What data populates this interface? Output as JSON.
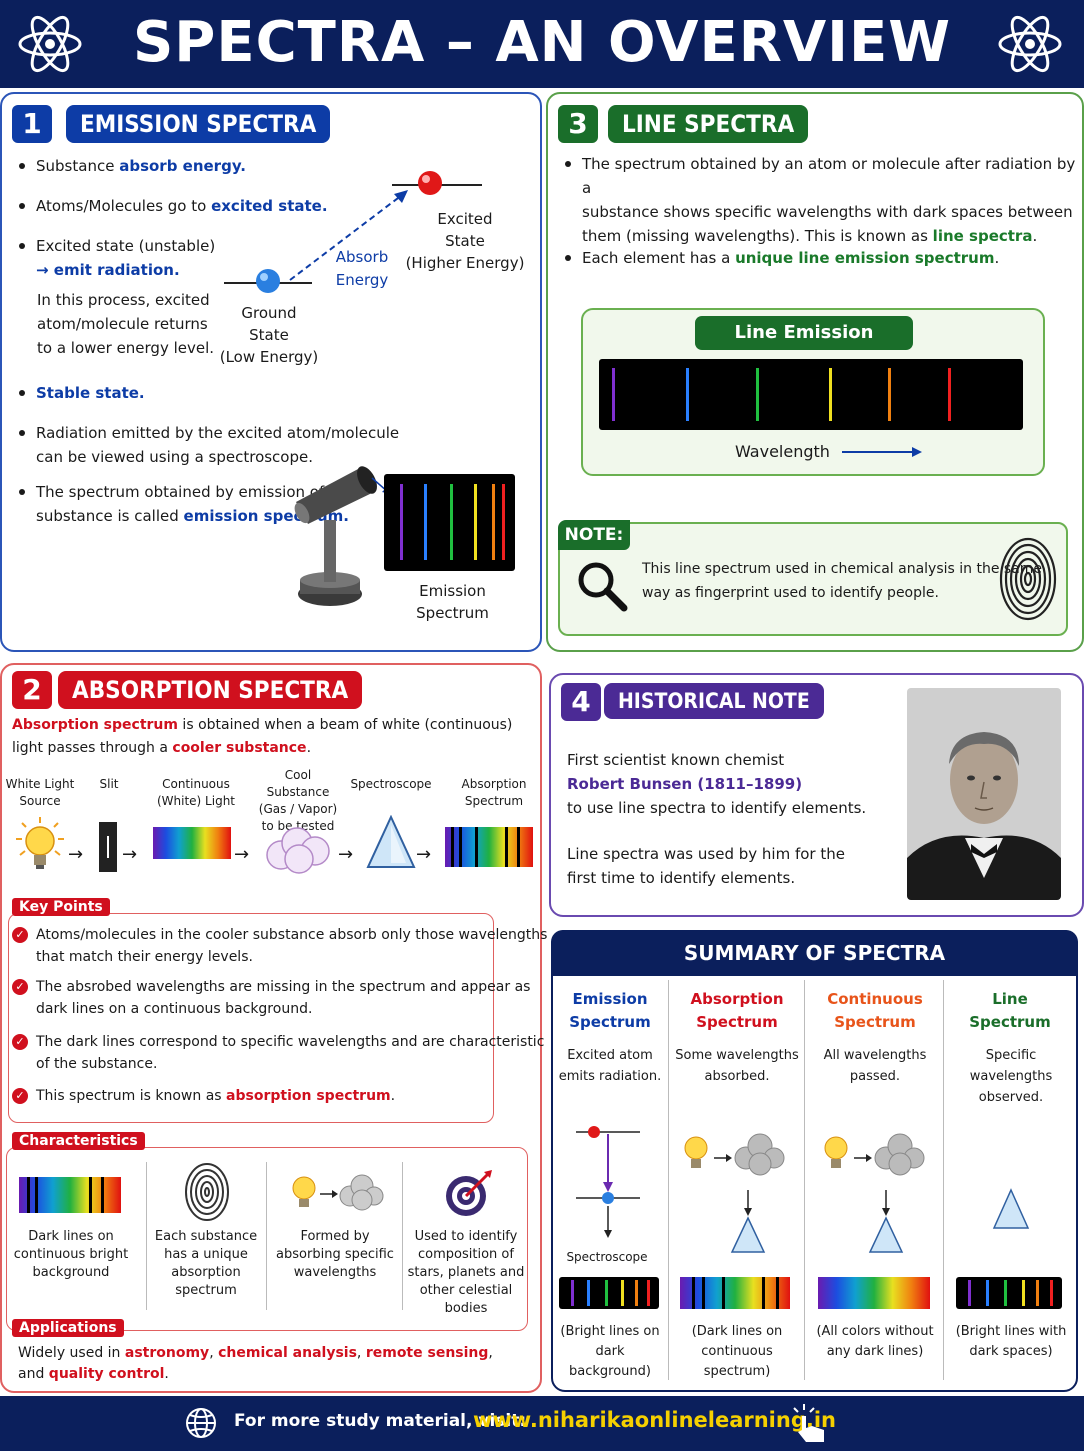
{
  "header": {
    "title": "SPECTRA – AN OVERVIEW"
  },
  "emission": {
    "num": "1",
    "title": "EMISSION SPECTRA",
    "b1a": "Substance ",
    "b1b": "absorb energy.",
    "b2a": "Atoms/Molecules go to ",
    "b2b": "excited state.",
    "b3a": "Excited state (unstable)",
    "b3b": "→ emit radiation.",
    "p1": "In this process, excited",
    "p2": "atom/molecule returns",
    "p3": "to a lower energy level.",
    "b4": "Stable state.",
    "b5a": "Radiation emitted by the excited atom/molecule",
    "b5b": "can be viewed using a spectroscope.",
    "b6a": "The spectrum obtained by emission of",
    "b6b": "substance is called ",
    "b6c": "emission spectrum.",
    "ground1": "Ground",
    "ground2": "State",
    "ground3": "(Low Energy)",
    "abs1": "Absorb",
    "abs2": "Energy",
    "exc1": "Excited",
    "exc2": "State",
    "exc3": "(Higher Energy)",
    "spec1": "Emission",
    "spec2": "Spectrum"
  },
  "line_spectra": {
    "num": "3",
    "title": "LINE SPECTRA",
    "b1a": "The spectrum obtained by an atom or molecule after radiation by a",
    "b1b": "substance shows specific wavelengths with dark spaces between",
    "b1c": "them (missing wavelengths). This is known as ",
    "b1d": "line spectra",
    "b2a": "Each element has a ",
    "b2b": "unique line emission spectrum",
    "box_title": "Line Emission Spectrum",
    "wavelength": "Wavelength",
    "note_label": "NOTE:",
    "note1": "This line spectrum used in chemical analysis in the same",
    "note2": "way as fingerprint used to identify people."
  },
  "absorption": {
    "num": "2",
    "title": "ABSORPTION SPECTRA",
    "i1a": "Absorption spectrum",
    "i1b": " is obtained when a beam of white (continuous)",
    "i2a": "light passes through a ",
    "i2b": "cooler substance",
    "f1a": "White Light",
    "f1b": "Source",
    "f2": "Slit",
    "f3a": "Continuous",
    "f3b": "(White) Light",
    "f4a": "Cool Substance",
    "f4b": "(Gas / Vapor)",
    "f4c": "to be tested",
    "f5": "Spectroscope",
    "f6a": "Absorption",
    "f6b": "Spectrum",
    "kp_label": "Key Points",
    "k1a": "Atoms/molecules in the cooler substance absorb only those wavelengths",
    "k1b": "that match their energy levels.",
    "k2a": "The absrobed wavelengths are missing in the spectrum and appear as",
    "k2b": "dark lines on a continuous background.",
    "k3a": "The dark lines correspond to specific wavelengths and are characteristic",
    "k3b": "of the substance.",
    "k4a": "This spectrum is known as ",
    "k4b": "absorption spectrum",
    "ch_label": "Characteristics",
    "c1a": "Dark lines on",
    "c1b": "continuous bright",
    "c1c": "background",
    "c2a": "Each substance",
    "c2b": "has a unique",
    "c2c": "absorption",
    "c2d": "spectrum",
    "c3a": "Formed by",
    "c3b": "absorbing specific",
    "c3c": "wavelengths",
    "c4a": "Used to identify",
    "c4b": "composition of",
    "c4c": "stars, planets and",
    "c4d": "other celestial",
    "c4e": "bodies",
    "ap_label": "Applications",
    "a1": "Widely used in ",
    "a2": "astronomy",
    "a3": ", ",
    "a4": "chemical analysis",
    "a5": ", ",
    "a6": "remote sensing",
    "a7": ",",
    "a8": "and ",
    "a9": "quality control"
  },
  "history": {
    "num": "4",
    "title": "HISTORICAL NOTE",
    "t1": "First scientist known chemist",
    "t2": "Robert Bunsen (1811–1899)",
    "t3": "to use line spectra to identify elements.",
    "t4": "Line spectra was used by him for the",
    "t5": "first time to identify elements."
  },
  "summary": {
    "title": "SUMMARY OF SPECTRA",
    "h1a": "Emission",
    "h1b": "Spectrum",
    "d1a": "Excited atom",
    "d1b": "emits radiation.",
    "s1": "Spectroscope",
    "n1a": "(Bright lines on",
    "n1b": "dark background)",
    "h2a": "Absorption",
    "h2b": "Spectrum",
    "d2a": "Some wavelengths",
    "d2b": "absorbed.",
    "n2a": "(Dark lines on",
    "n2b": "continuous spectrum)",
    "h3a": "Continuous",
    "h3b": "Spectrum",
    "d3a": "All wavelengths",
    "d3b": "passed.",
    "n3a": "(All colors without",
    "n3b": "any dark lines)",
    "h4a": "Line",
    "h4b": "Spectrum",
    "d4a": "Specific wavelengths",
    "d4b": "observed.",
    "n4a": "(Bright lines with",
    "n4b": "dark spaces)"
  },
  "footer": {
    "label": "For more study material, visit:",
    "url": "www.niharikaonlinelearning.in"
  },
  "colors": {
    "navy": "#0b1f5c",
    "blue": "#0d3ca6",
    "green": "#1a6e2a",
    "red": "#d0101e",
    "purple": "#4b2a95"
  }
}
